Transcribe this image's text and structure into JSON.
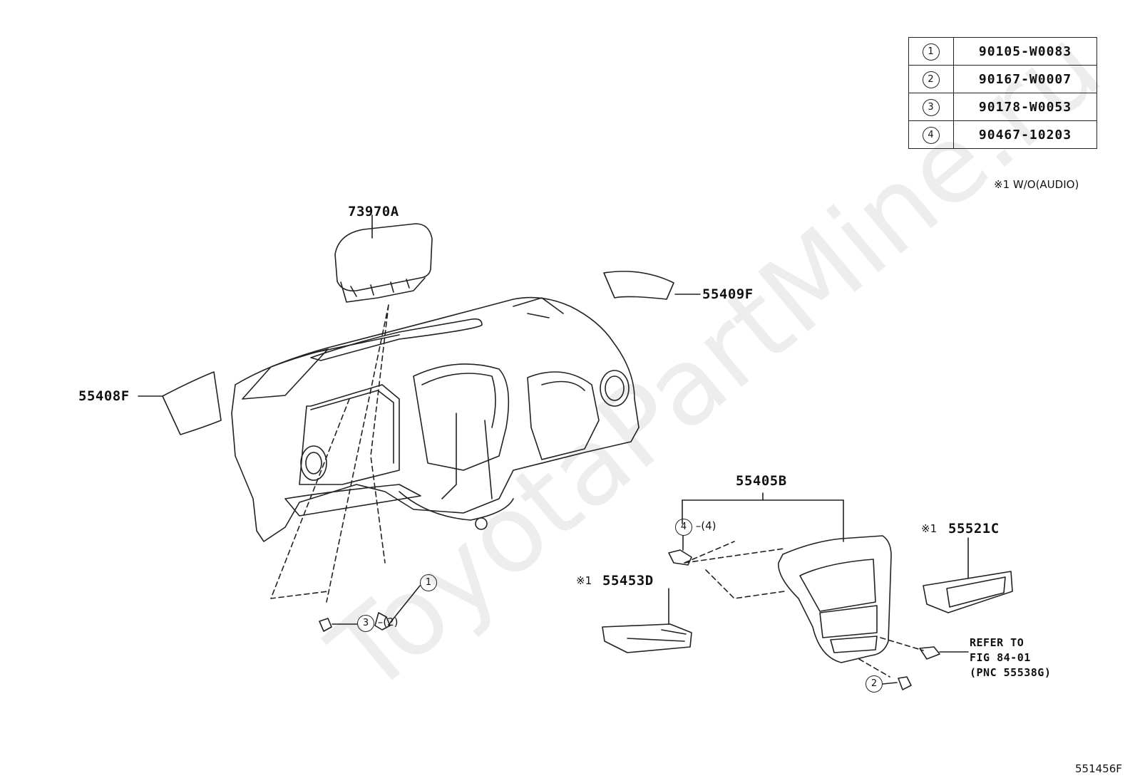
{
  "watermark": "ToyotaPartMine.ru",
  "fastener_table": [
    {
      "no": "1",
      "part": "90105-W0083"
    },
    {
      "no": "2",
      "part": "90167-W0007"
    },
    {
      "no": "3",
      "part": "90178-W0053"
    },
    {
      "no": "4",
      "part": "90467-10203"
    }
  ],
  "note": "※1 W/O(AUDIO)",
  "parts": {
    "p73970A": "73970A",
    "p55409F": "55409F",
    "p55408F": "55408F",
    "p55405B": "55405B",
    "p55521C": "55521C",
    "p55453D": "55453D",
    "mark1": "※1"
  },
  "callouts": {
    "c1": "1",
    "c3": "3",
    "c3_qty": "–(2)",
    "c4": "4",
    "c4_qty": "–(4)",
    "c2": "2"
  },
  "refer": {
    "line1": "REFER TO",
    "line2": "FIG 84-01",
    "line3": "(PNC 55538G)"
  },
  "figure_id": "551456F"
}
